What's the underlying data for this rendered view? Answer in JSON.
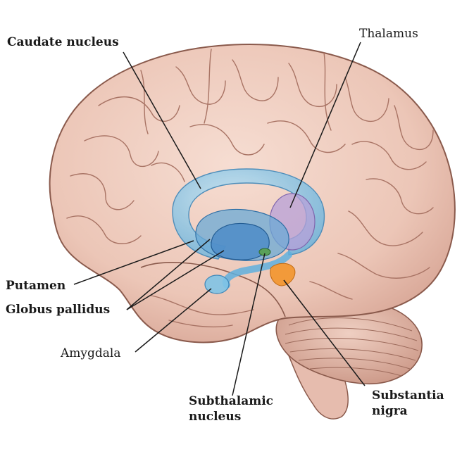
{
  "labels": {
    "caudate": "Caudate nucleus",
    "thalamus": "Thalamus",
    "putamen": "Putamen",
    "globus": "Globus pallidus",
    "amygdala": "Amygdala",
    "subthalamic_1": "Subthalamic",
    "subthalamic_2": "nucleus",
    "substantia_1": "Substantia",
    "substantia_2": "nigra"
  },
  "colors": {
    "cortex": "#efcdc0",
    "cortex_outline": "#8a5a4c",
    "sulcus": "#a87364",
    "caudate": "#7fc3e6",
    "putamen": "#6aa9d6",
    "globus": "#4e8cc8",
    "thalamus": "#b7a0d8",
    "substantia": "#f29a3a",
    "subthalamic": "#5aa05a",
    "leader": "#1a1a1a"
  }
}
